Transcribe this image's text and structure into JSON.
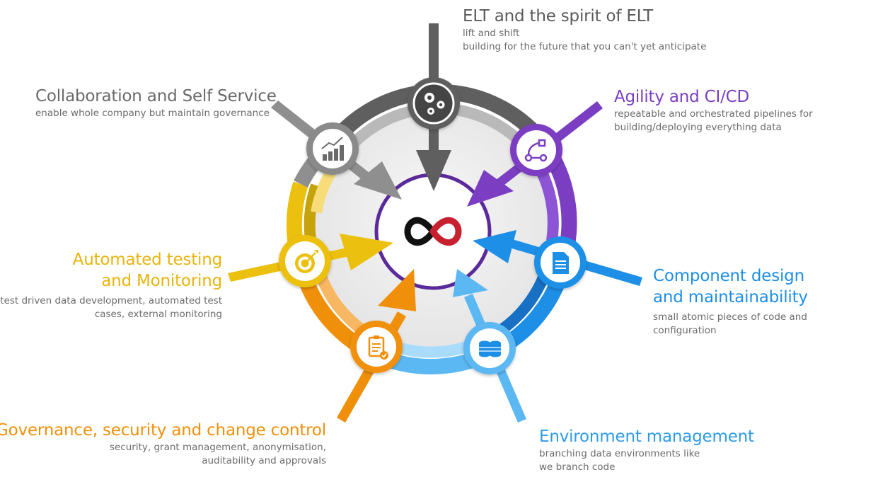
{
  "nodes": [
    {
      "id": "elt",
      "title": "ELT and the spirit of ELT",
      "lines": [
        "lift and shift",
        "building for the future that you can't yet anticipate"
      ],
      "color": "#5f5f5f",
      "icon": "gears-icon"
    },
    {
      "id": "agility",
      "title": "Agility and CI/CD",
      "lines": [
        "repeatable and orchestrated pipelines for",
        "building/deploying everything data"
      ],
      "color": "#7b3ec2",
      "icon": "workflow-icon"
    },
    {
      "id": "component",
      "title_lines": [
        "Component design",
        "and maintainability"
      ],
      "lines": [
        "small atomic pieces of code and",
        "configuration"
      ],
      "color": "#1e8fe6",
      "icon": "document-icon"
    },
    {
      "id": "environment",
      "title": "Environment management",
      "lines": [
        "branching data environments like",
        "we branch code"
      ],
      "color": "#5cb8f3",
      "icon": "database-icon"
    },
    {
      "id": "governance",
      "title": "Governance, security and change control",
      "lines": [
        "security, grant management, anonymisation,",
        "auditability and approvals"
      ],
      "color": "#f0900a",
      "icon": "checklist-icon"
    },
    {
      "id": "testing",
      "title_lines": [
        "Automated testing",
        "and Monitoring"
      ],
      "lines": [
        "test driven data development,  automated test",
        "cases, external monitoring"
      ],
      "color": "#ecc00e",
      "icon": "target-icon"
    },
    {
      "id": "collaboration",
      "title": "Collaboration and Self Service",
      "lines": [
        "enable whole company but maintain governance"
      ],
      "color": "#8f8f8f",
      "icon": "growth-chart-icon"
    }
  ],
  "center_icon": "infinity-logo-icon",
  "colors": {
    "gray_dark": "#5f5f5f",
    "gray_mid": "#8a8a8a",
    "purple": "#7b3ec2",
    "blue": "#1e8fe6",
    "light_blue": "#5cb8f3",
    "orange": "#f0900a",
    "yellow": "#ecc00e",
    "logo_red": "#c8202f",
    "logo_black": "#111111"
  }
}
